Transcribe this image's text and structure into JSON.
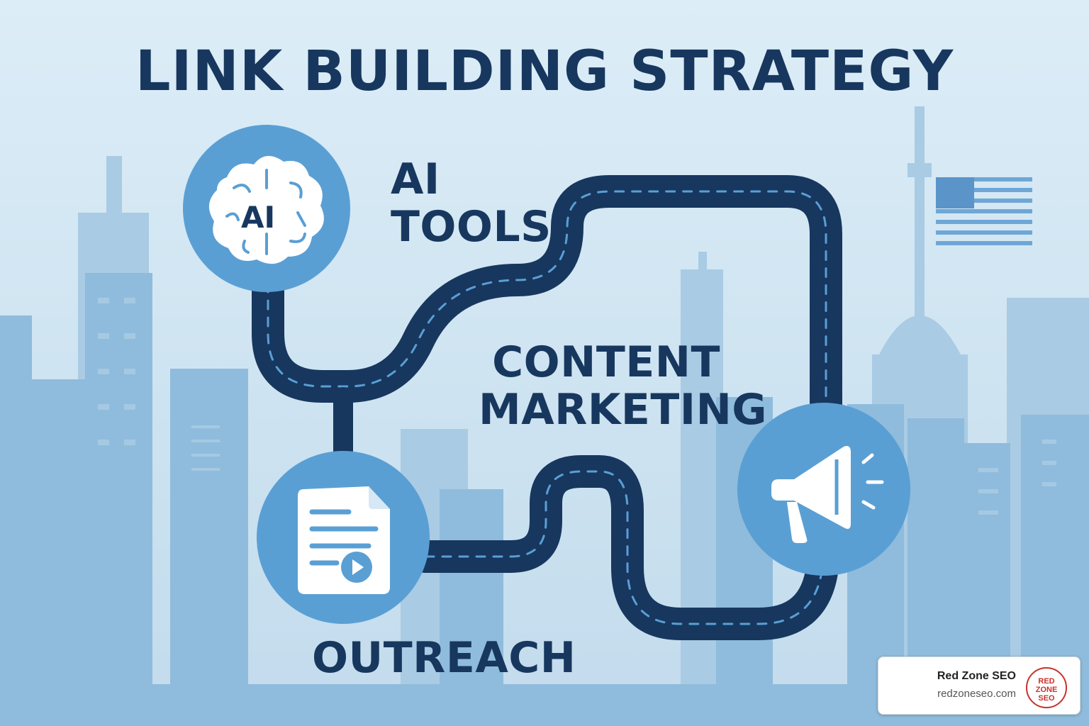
{
  "title": "LINK BUILDING STRATEGY",
  "steps": [
    {
      "line1": "AI",
      "line2": "TOOLS",
      "icon": "brain-icon",
      "badge": "AI"
    },
    {
      "line1": "CONTENT",
      "line2": "MARKETING",
      "icon": "document-video-icon"
    },
    {
      "line1": "OUTREACH",
      "icon": "megaphone-icon"
    }
  ],
  "brand": {
    "name": "Red Zone SEO",
    "url": "redzoneseo.com",
    "logo_line1": "RED",
    "logo_line2": "ZONE",
    "logo_line3": "SEO"
  },
  "colors": {
    "background": "#d3e7f3",
    "skyline": "#8fbcdc",
    "road": "#17375e",
    "road_dash": "#5a9fd4",
    "circle": "#5a9fd4",
    "text": "#17375e"
  }
}
